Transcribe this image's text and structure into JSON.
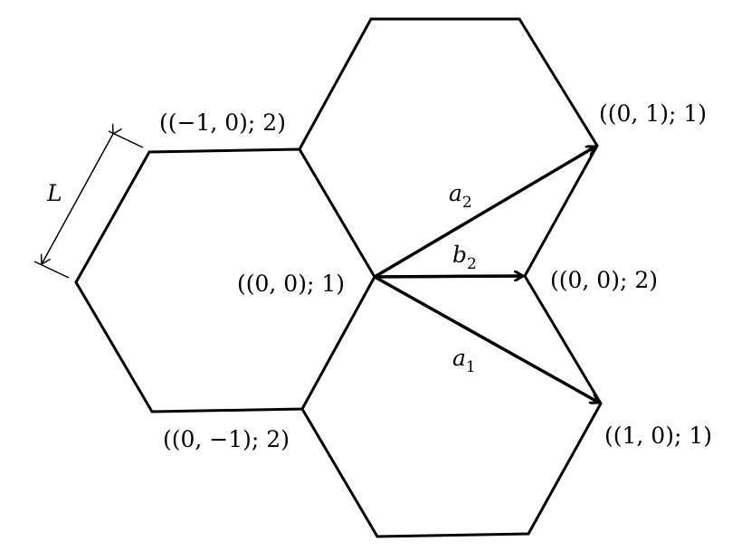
{
  "diagram": {
    "type": "honeycomb-lattice",
    "line_color": "#000000",
    "background": "#ffffff",
    "dimension_label": "L",
    "vertex_labels": {
      "v_m10_2": "((−1, 0); 2)",
      "v_01_1": "((0, 1); 1)",
      "v_00_1": "((0, 0); 1)",
      "v_00_2": "((0, 0); 2)",
      "v_0m1_2": "((0, −1); 2)",
      "v_10_1": "((1, 0); 1)"
    },
    "vectors": {
      "a2": {
        "base": "a",
        "sub": "2"
      },
      "b2": {
        "base": "b",
        "sub": "2"
      },
      "a1": {
        "base": "a",
        "sub": "1"
      }
    }
  }
}
